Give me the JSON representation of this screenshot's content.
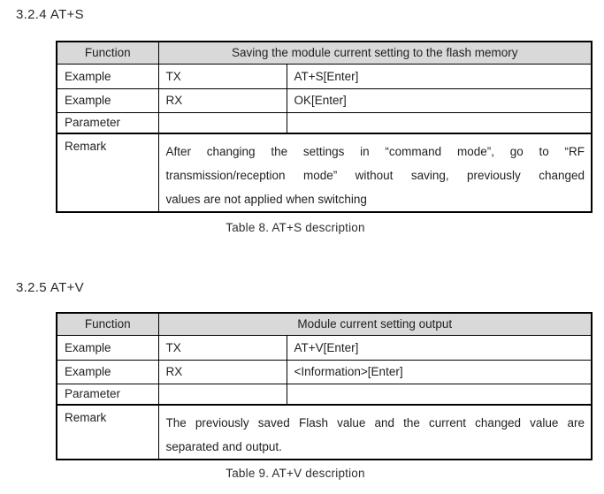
{
  "colors": {
    "header_bg": "#d9d9d9",
    "border": "#000000",
    "text": "#1f1f1f",
    "page_bg": "#ffffff"
  },
  "section1": {
    "number": "3.2.4",
    "title": "AT+S",
    "table": {
      "header_col1": "Function",
      "header_desc": "Saving the module current setting to the flash memory",
      "rows": [
        {
          "c0": "Example",
          "c1": "TX",
          "c2": "AT+S[Enter]"
        },
        {
          "c0": "Example",
          "c1": "RX",
          "c2": "OK[Enter]"
        },
        {
          "c0": "Parameter",
          "c1": "",
          "c2": ""
        }
      ],
      "remark": {
        "label": "Remark",
        "lines": [
          "After changing the settings in “command mode”, go to “RF",
          "transmission/reception mode” without saving, previously changed",
          "values are not applied when switching"
        ]
      }
    },
    "caption": "Table 8. AT+S description"
  },
  "section2": {
    "number": "3.2.5",
    "title": "AT+V",
    "table": {
      "header_col1": "Function",
      "header_desc": "Module current setting output",
      "rows": [
        {
          "c0": "Example",
          "c1": "TX",
          "c2": "AT+V[Enter]"
        },
        {
          "c0": "Example",
          "c1": "RX",
          "c2": "<Information>[Enter]"
        },
        {
          "c0": "Parameter",
          "c1": "",
          "c2": ""
        }
      ],
      "remark": {
        "label": "Remark",
        "lines": [
          "The previously saved Flash value and the current changed value are",
          "separated and output."
        ]
      }
    },
    "caption": "Table 9. AT+V description"
  }
}
